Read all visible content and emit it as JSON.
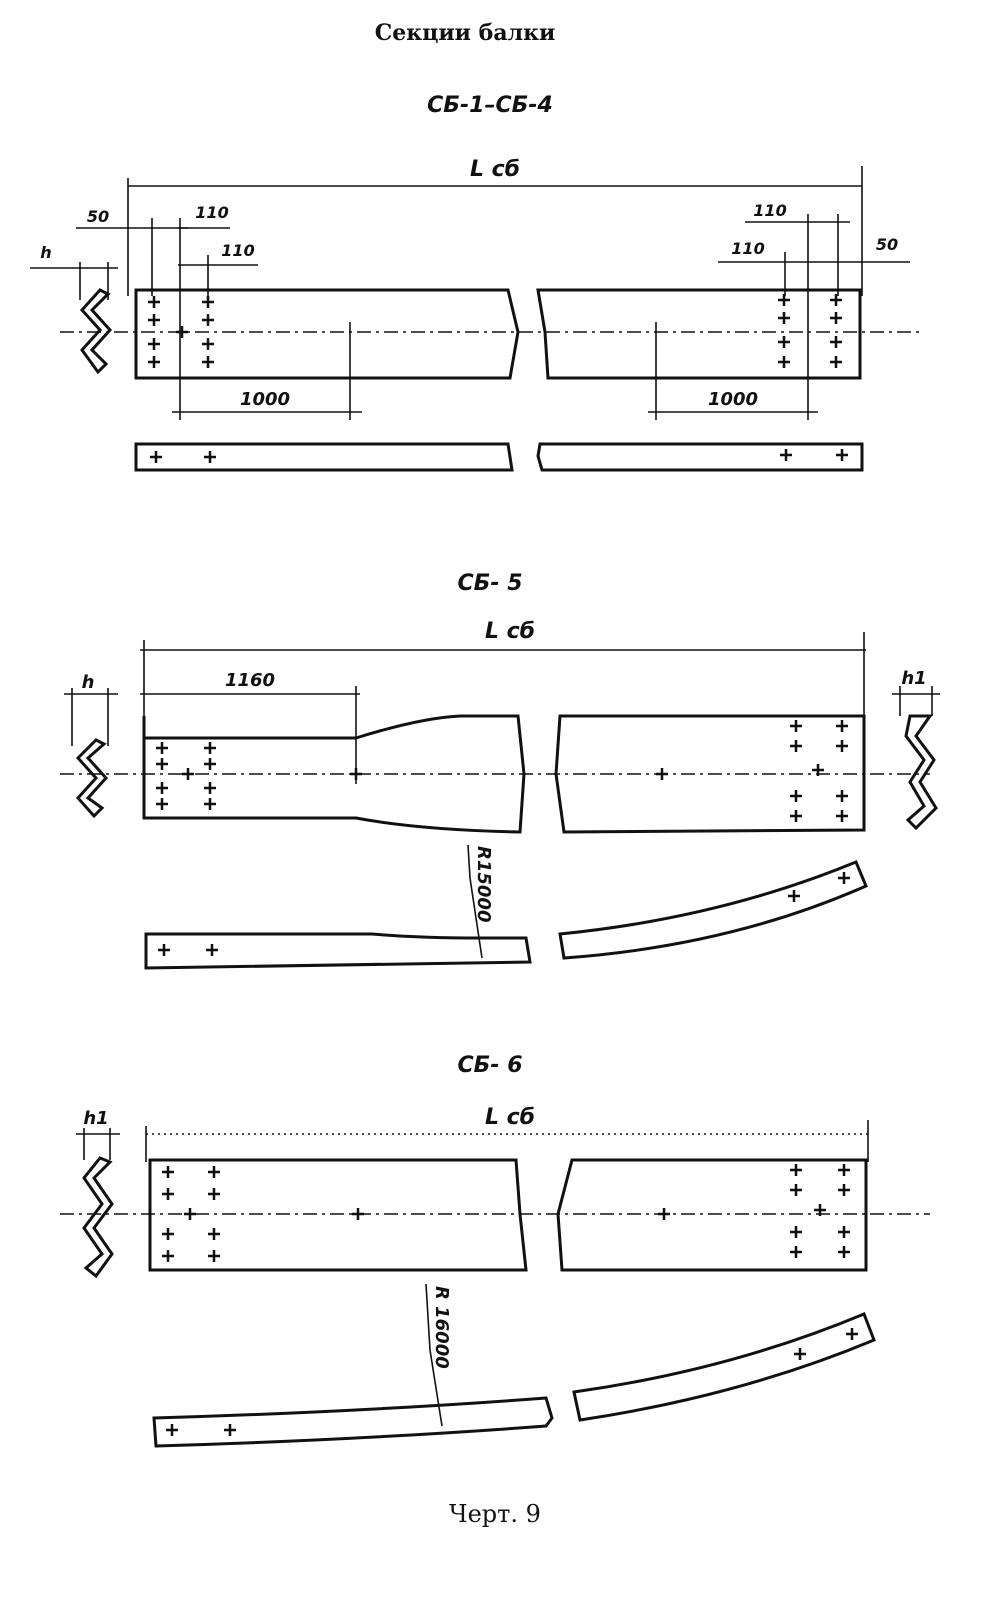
{
  "header": {
    "title": "Секции балки"
  },
  "sections": [
    {
      "label": "СБ-1–СБ-4",
      "length_label": "L сб",
      "dims": {
        "edge_left": "50",
        "edge_right": "50",
        "pitch_a": "110",
        "pitch_b": "110",
        "pitch_c": "110",
        "pitch_d": "110",
        "span_left": "1000",
        "span_right": "1000",
        "height": "h"
      }
    },
    {
      "label": "СБ- 5",
      "length_label": "L сб",
      "dims": {
        "taper": "1160",
        "height": "h",
        "height_end": "h1",
        "radius": "R15000"
      }
    },
    {
      "label": "СБ- 6",
      "length_label": "L сб",
      "dims": {
        "height": "h1",
        "radius": "R 16000"
      }
    }
  ],
  "footer": {
    "caption": "Черт. 9"
  }
}
